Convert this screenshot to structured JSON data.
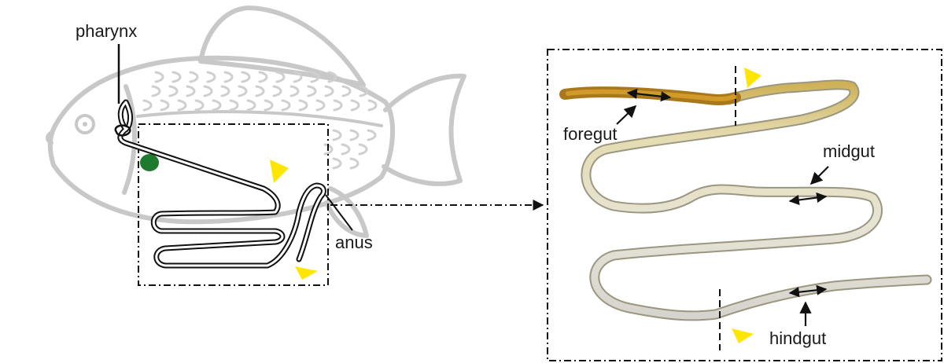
{
  "labels": {
    "pharynx": "pharynx",
    "anus": "anus",
    "foregut": "foregut",
    "midgut": "midgut",
    "hindgut": "hindgut"
  },
  "colors": {
    "fish_outline": "#c8c8c8",
    "gut_line": "#111111",
    "marker": "#ffe600",
    "gland": "#1e7a2e",
    "foregut_tissue": "#b8860b",
    "midgut_tissue": "#ede9cf",
    "hindgut_tissue": "#d9d7cf"
  }
}
